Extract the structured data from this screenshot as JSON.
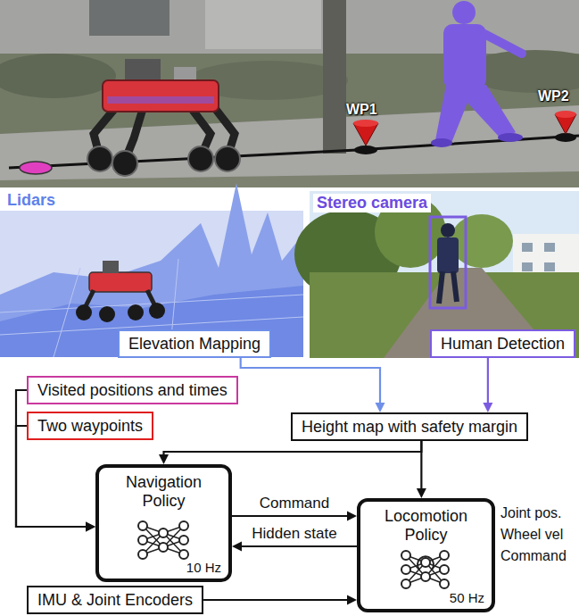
{
  "diagram": {
    "nodes": [
      {
        "text": [
          "Lidars"
        ]
      },
      {
        "text": [
          "Elevation Mapping"
        ],
        "in": 0
      },
      {
        "text": [
          "Stereo camera"
        ]
      },
      {
        "text": [
          "Human Detection"
        ],
        "in": 2
      },
      {
        "text": [
          "Visited positions and times"
        ]
      },
      {
        "text": [
          "Two waypoints"
        ]
      },
      {
        "text": [
          "Height map with safety margin"
        ]
      },
      {
        "text": [
          "Navigation Policy",
          "10 Hz"
        ]
      },
      {
        "text": [
          "Locomotion Policy",
          "50 Hz"
        ]
      },
      {
        "text": [
          "IMU & Joint Encoders"
        ]
      }
    ],
    "edges": [
      {
        "from": 1,
        "to": 6,
        "arrow": "to"
      },
      {
        "from": 3,
        "to": 6,
        "arrow": "to"
      },
      {
        "from": 4,
        "to": 7,
        "arrow": "to"
      },
      {
        "from": 5,
        "to": 7,
        "arrow": "to"
      },
      {
        "from": 6,
        "to": 7,
        "arrow": "to"
      },
      {
        "from": 6,
        "to": 8,
        "arrow": "to"
      },
      {
        "from": 7,
        "to": 8,
        "label": "Command",
        "arrow": "to"
      },
      {
        "from": 8,
        "to": 7,
        "label": "Hidden state",
        "arrow": "to"
      },
      {
        "from": 9,
        "to": 8,
        "arrow": "to"
      }
    ],
    "labels": [
      "WP1",
      "WP2",
      "Joint pos.",
      "Wheel vel",
      "Command"
    ]
  }
}
